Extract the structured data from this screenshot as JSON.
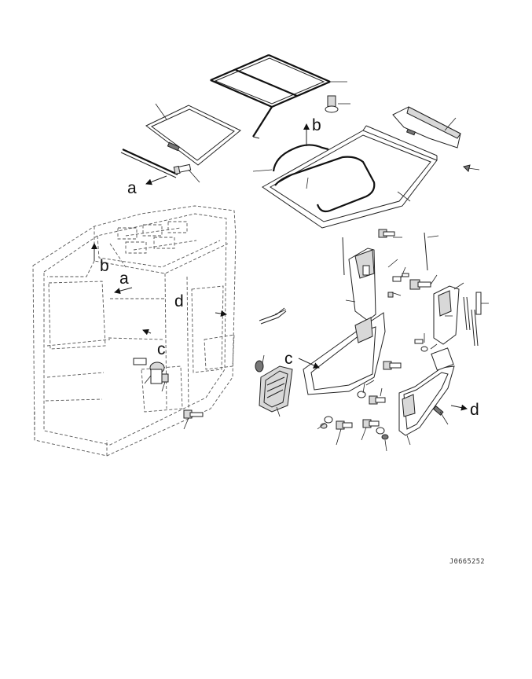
{
  "labels": {
    "a_upper": "a",
    "b_upper": "b",
    "b_cab": "b",
    "a_cab": "a",
    "c_cab": "c",
    "d_cab": "d",
    "c_right": "c",
    "d_right": "d"
  },
  "figure_code": "J0665252"
}
